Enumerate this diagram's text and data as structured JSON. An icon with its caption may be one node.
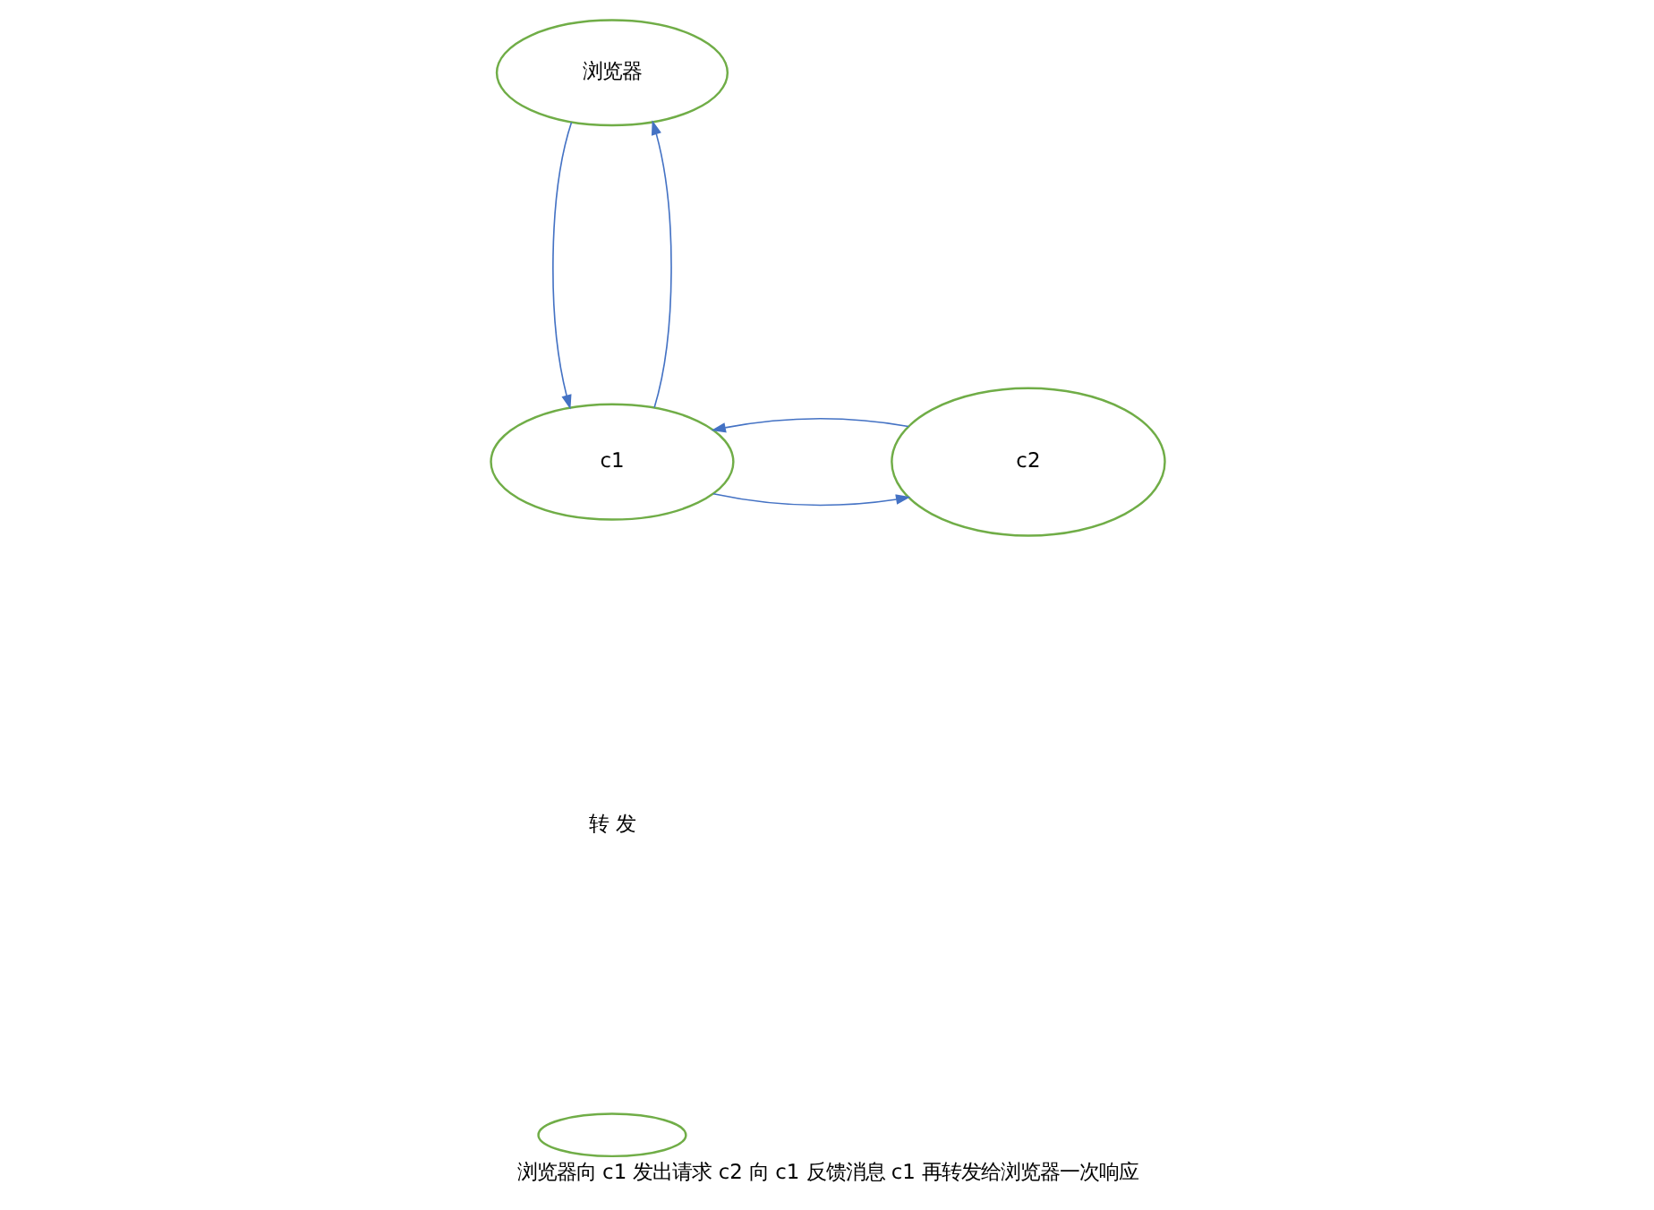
{
  "diagram": {
    "caption": "浏览器向 c1 发出请求 c2 向 c1 反馈消息 c1 再转发给浏览器一次响应",
    "nodes": [
      {
        "text": [
          "浏览器"
        ]
      },
      {
        "text": [
          "c1"
        ]
      },
      {
        "text": [
          "c2"
        ]
      },
      {
        "text": [],
        "shape": "ellipse"
      }
    ],
    "edges": [
      {
        "from": 0,
        "to": 1,
        "arrow": "to"
      },
      {
        "from": 1,
        "to": 0,
        "arrow": "to"
      },
      {
        "from": 1,
        "to": 2,
        "arrow": "to"
      },
      {
        "from": 2,
        "to": 1,
        "arrow": "to"
      }
    ],
    "labels": [
      "转 发"
    ]
  }
}
